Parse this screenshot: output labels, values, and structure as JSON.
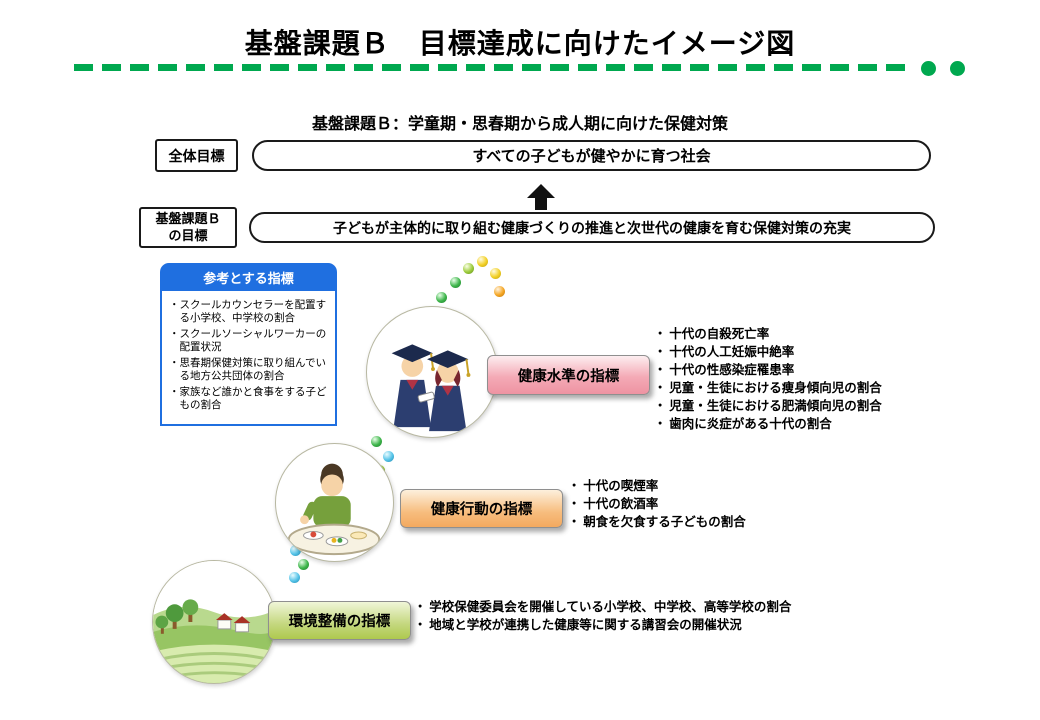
{
  "title": "基盤課題Ｂ　目標達成に向けたイメージ図",
  "subtitle": "基盤課題Ｂ：学童期・思春期から成人期に向けた保健対策",
  "overall_goal": {
    "label": "全体目標",
    "text": "すべての子どもが健やかに育つ社会"
  },
  "issue_goal": {
    "label": "基盤課題Ｂ\nの目標",
    "text": "子どもが主体的に取り組む健康づくりの推進と次世代の健康を育む保健対策の充実"
  },
  "reference_box": {
    "title": "参考とする指標",
    "items": [
      "スクールカウンセラーを配置する小学校、中学校の割合",
      "スクールソーシャルワーカーの配置状況",
      "思春期保健対策に取り組んでいる地方公共団体の割合",
      "家族など誰かと食事をする子どもの割合"
    ]
  },
  "levels": [
    {
      "label": "健康水準の指標",
      "accent_color": "#f2a7b3",
      "items": [
        "十代の自殺死亡率",
        "十代の人工妊娠中絶率",
        "十代の性感染症罹患率",
        "児童・生徒における痩身傾向児の割合",
        "児童・生徒における肥満傾向児の割合",
        "歯肉に炎症がある十代の割合"
      ]
    },
    {
      "label": "健康行動の指標",
      "accent_color": "#f4ad66",
      "items": [
        "十代の喫煙率",
        "十代の飲酒率",
        "朝食を欠食する子どもの割合"
      ]
    },
    {
      "label": "環境整備の指標",
      "accent_color": "#b5cf5e",
      "items": [
        "学校保健委員会を開催している小学校、中学校、高等学校の割合",
        "地域と学校が連携した健康等に関する講習会の開催状況"
      ]
    }
  ],
  "colors": {
    "divider_green": "#00a84f",
    "reference_blue": "#1f6fe0"
  },
  "icons": {
    "up_arrow": "⬆"
  }
}
